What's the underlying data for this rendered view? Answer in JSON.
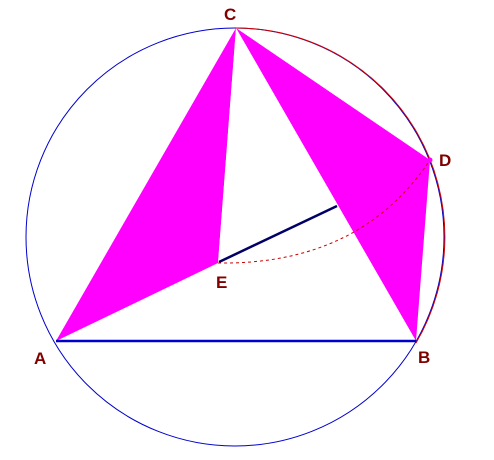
{
  "diagram": {
    "points": {
      "A": "A",
      "B": "B",
      "C": "C",
      "D": "D",
      "E": "E"
    },
    "colors": {
      "circle": "#0000cc",
      "arc_cd": "#cc0000",
      "triangle_fill": "#ff00ff",
      "segment_ab": "#0000cc",
      "segment_e": "#000066",
      "dashed_arc": "#cc0000",
      "label": "#800000"
    }
  }
}
